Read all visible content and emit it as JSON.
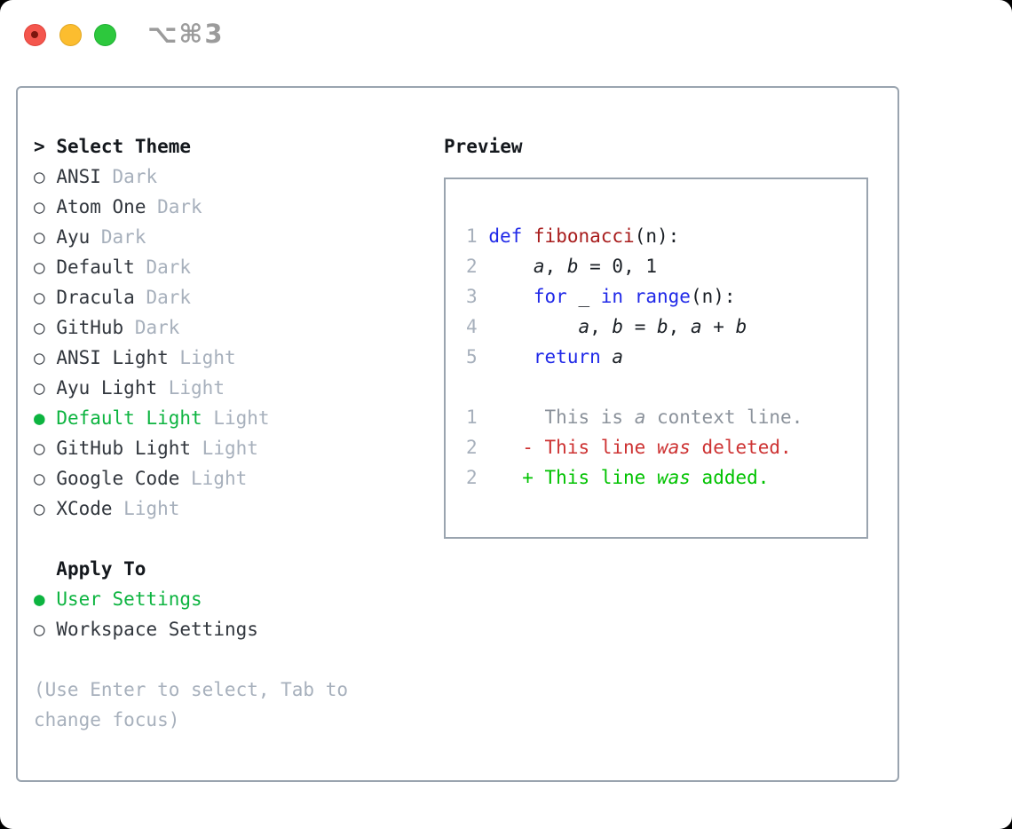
{
  "titlebar": {
    "shortcut": "⌥⌘3"
  },
  "panel": {
    "theme_select": {
      "prompt_marker": ">",
      "title": "Select Theme",
      "options": [
        {
          "name": "ANSI",
          "variant": "Dark",
          "selected": false
        },
        {
          "name": "Atom One",
          "variant": "Dark",
          "selected": false
        },
        {
          "name": "Ayu",
          "variant": "Dark",
          "selected": false
        },
        {
          "name": "Default",
          "variant": "Dark",
          "selected": false
        },
        {
          "name": "Dracula",
          "variant": "Dark",
          "selected": false
        },
        {
          "name": "GitHub",
          "variant": "Dark",
          "selected": false
        },
        {
          "name": "ANSI Light",
          "variant": "Light",
          "selected": false
        },
        {
          "name": "Ayu Light",
          "variant": "Light",
          "selected": false
        },
        {
          "name": "Default Light",
          "variant": "Light",
          "selected": true
        },
        {
          "name": "GitHub Light",
          "variant": "Light",
          "selected": false
        },
        {
          "name": "Google Code",
          "variant": "Light",
          "selected": false
        },
        {
          "name": "XCode",
          "variant": "Light",
          "selected": false
        }
      ]
    },
    "apply_to": {
      "title": "Apply To",
      "options": [
        {
          "label": "User Settings",
          "selected": true
        },
        {
          "label": "Workspace Settings",
          "selected": false
        }
      ]
    },
    "help_text": "(Use Enter to select, Tab to change focus)",
    "preview": {
      "title": "Preview",
      "lines": [
        {
          "num": "1",
          "segments": [
            {
              "text": "def",
              "style": "keyword"
            },
            {
              "text": " ",
              "style": "plain"
            },
            {
              "text": "fibonacci",
              "style": "function"
            },
            {
              "text": "(n):",
              "style": "plain"
            }
          ]
        },
        {
          "num": "2",
          "segments": [
            {
              "text": "    ",
              "style": "plain"
            },
            {
              "text": "a",
              "style": "variable"
            },
            {
              "text": ", ",
              "style": "plain"
            },
            {
              "text": "b",
              "style": "variable"
            },
            {
              "text": " = 0, 1",
              "style": "plain"
            }
          ]
        },
        {
          "num": "3",
          "segments": [
            {
              "text": "    ",
              "style": "plain"
            },
            {
              "text": "for",
              "style": "keyword"
            },
            {
              "text": " _ ",
              "style": "plain"
            },
            {
              "text": "in",
              "style": "keyword"
            },
            {
              "text": " ",
              "style": "plain"
            },
            {
              "text": "range",
              "style": "keyword"
            },
            {
              "text": "(n):",
              "style": "plain"
            }
          ]
        },
        {
          "num": "4",
          "segments": [
            {
              "text": "        ",
              "style": "plain"
            },
            {
              "text": "a",
              "style": "variable"
            },
            {
              "text": ", ",
              "style": "plain"
            },
            {
              "text": "b",
              "style": "variable"
            },
            {
              "text": " = ",
              "style": "plain"
            },
            {
              "text": "b",
              "style": "variable"
            },
            {
              "text": ", ",
              "style": "plain"
            },
            {
              "text": "a",
              "style": "variable"
            },
            {
              "text": " + ",
              "style": "plain"
            },
            {
              "text": "b",
              "style": "variable"
            }
          ]
        },
        {
          "num": "5",
          "segments": [
            {
              "text": "    ",
              "style": "plain"
            },
            {
              "text": "return",
              "style": "keyword"
            },
            {
              "text": " ",
              "style": "plain"
            },
            {
              "text": "a",
              "style": "variable"
            }
          ]
        },
        {
          "num": "",
          "segments": []
        },
        {
          "num": "1",
          "segments": [
            {
              "text": "     This is ",
              "style": "context"
            },
            {
              "text": "a",
              "style": "context-italic"
            },
            {
              "text": " context line.",
              "style": "context"
            }
          ]
        },
        {
          "num": "2",
          "segments": [
            {
              "text": "   - This line ",
              "style": "deleted"
            },
            {
              "text": "was",
              "style": "deleted-italic"
            },
            {
              "text": " deleted.",
              "style": "deleted"
            }
          ]
        },
        {
          "num": "2",
          "segments": [
            {
              "text": "   + This line ",
              "style": "added"
            },
            {
              "text": "was",
              "style": "added-italic"
            },
            {
              "text": " added.",
              "style": "added"
            }
          ]
        }
      ]
    }
  },
  "icons": {
    "selected_radio": "●",
    "unselected_radio": "○"
  },
  "colors": {
    "selection_green": "#0db440",
    "diff_added_green": "#00c200",
    "diff_deleted_red": "#cd3232",
    "keyword_blue": "#2029e8",
    "function_red": "#a81c1c",
    "code_text": "#1b2026",
    "line_number_gray": "#a7b0bc",
    "context_gray": "#8b929b",
    "muted_gray": "#a7b0bc",
    "item_dark": "#31363d",
    "text_dark": "#14181d",
    "border_gray": "#9aa4af",
    "traffic_red": "#f4564d",
    "traffic_yellow": "#fcbd2f",
    "traffic_green": "#2dc83d"
  }
}
